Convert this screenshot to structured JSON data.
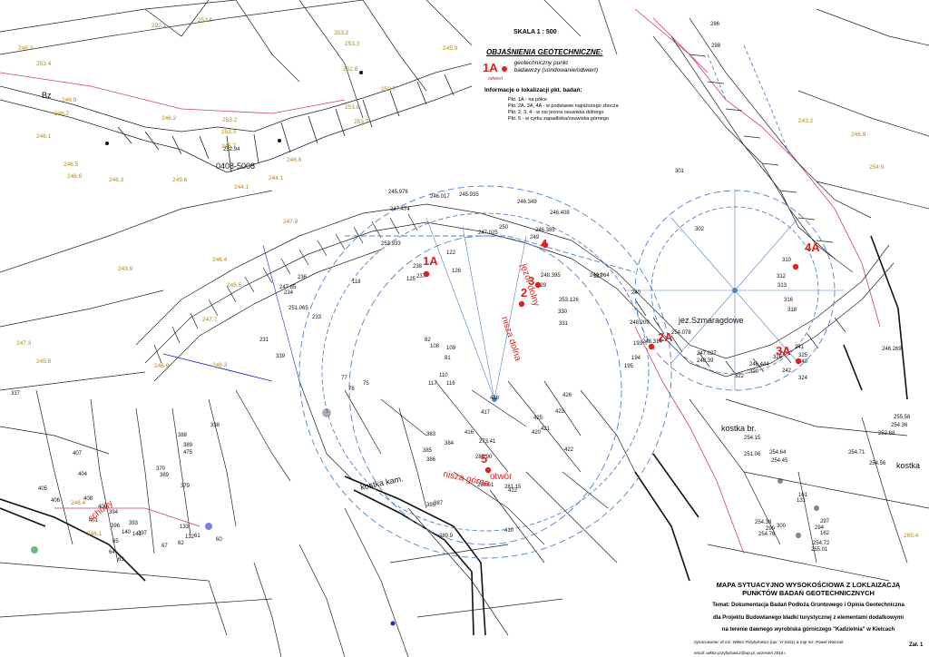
{
  "legend": {
    "scale": "SKALA 1 : 500",
    "heading": "OBJAŚNIENIA GEOTECHNICZNE:",
    "symbol_code": "1A",
    "symbol_sub": "odwiert",
    "symbol_desc_1": "geotechniczny punkt",
    "symbol_desc_2": "badawczy (sondowanie/odwiert)",
    "info_heading": "Informacje o lokalizacji pkt. badań:",
    "info_items": [
      "Pkt. 1A - na półce",
      "Pkt. 2A, 3A, 4A - w podstawie najniższego zbocza",
      "Pkt. 2, 3, 4 - w osi jezora osuwiska dolnego",
      "Pkt. 5 - w cyrku zapadliska/osuwiska górnego"
    ]
  },
  "title_block": {
    "title_1": "MAPA SYTUACYJNO WYSOKOŚCIOWA Z LOKLAIZACJĄ",
    "title_2": "PUNKTÓW BADAŃ GEOTECHNICZNYCH",
    "topic_1": "Temat: Dokumentacja Badań Podłoża Gruntowego i Opinia Geotechniczna",
    "topic_2": "dla Projektu Budowlanego kładki turystycznej z elementami dodatkowymi",
    "topic_3": "na terenie dawnego wyrobiska górniczego \"Kadzielnia\" w Kielcach",
    "author_1": "Opracowanie: dr inż. Wiktor Przybyłowicz (upr. VI-0321) & mgr inż. Paweł Walczak",
    "author_2": "email: wiktor.przybylowicz@wp.pl, wrzesień 2016 r.",
    "sheet": "Zał. 1"
  },
  "map": {
    "place_labels": {
      "lake": "jez.Szmaragdowe",
      "lower_tongue": "jęzor dolny",
      "lower_niche": "nisza dolna",
      "upper_niche": "nisza górna",
      "hole": "otwór",
      "stairs": "schody",
      "curb_1": "kostka kam.",
      "curb_2": "kostka br.",
      "curb_3": "kostka",
      "parcel": "Bz",
      "road_code": "0408-5008"
    },
    "points": [
      {
        "code": "1A"
      },
      {
        "code": "2A"
      },
      {
        "code": "3A"
      },
      {
        "code": "4A"
      },
      {
        "code": "2"
      },
      {
        "code": "3"
      },
      {
        "code": "4"
      },
      {
        "code": "5"
      }
    ],
    "spot_heights_orange": [
      "292.1",
      "253.2",
      "253.9",
      "246.3",
      "253.3",
      "245.9",
      "253.4",
      "252.8",
      "246.9",
      "252.7",
      "246.2",
      "253.8",
      "246.1",
      "253.7",
      "246.2",
      "253.2",
      "245.7",
      "253.3",
      "249.6",
      "246.5",
      "246.3",
      "246.8",
      "244.1",
      "243.9",
      "246.4",
      "246.6",
      "248.5",
      "247.7",
      "247.3",
      "246.9",
      "244.1",
      "247.9",
      "245.8",
      "246.3",
      "246.4",
      "246.1",
      "243.2",
      "246.9",
      "254.9",
      "265.4"
    ],
    "spot_heights_black": [
      "252.94",
      "245.976",
      "246.017",
      "245.935",
      "246.349",
      "246.408",
      "247.474",
      "253.933",
      "247.025",
      "246.385",
      "249.064",
      "248.395",
      "247.85",
      "251.065",
      "253.126",
      "254.078",
      "248.314",
      "248.209",
      "247.027",
      "248.39",
      "246.444",
      "246.269",
      "255.58",
      "254.15",
      "251.06",
      "254.64",
      "254.45",
      "254.71",
      "254.56",
      "254.36",
      "252.68",
      "254.38",
      "254.76",
      "254.72",
      "255.01",
      "280.9",
      "281.15",
      "280.90",
      "273.41",
      "280.61"
    ],
    "misc_numbers": [
      "286",
      "298",
      "250",
      "249",
      "327",
      "329",
      "331",
      "330",
      "410",
      "412",
      "416",
      "417",
      "418",
      "420",
      "421",
      "422",
      "423",
      "425",
      "426",
      "395",
      "396",
      "394",
      "393",
      "397",
      "401",
      "404",
      "405",
      "406",
      "407",
      "408",
      "409",
      "383",
      "384",
      "385",
      "386",
      "387",
      "388",
      "389",
      "475",
      "379",
      "370",
      "369",
      "338",
      "337",
      "339",
      "231",
      "233",
      "234",
      "236",
      "237",
      "238",
      "125",
      "126",
      "122",
      "118",
      "117",
      "116",
      "110",
      "109",
      "108",
      "82",
      "81",
      "77",
      "78",
      "75",
      "67",
      "60",
      "61",
      "62",
      "63",
      "64",
      "65",
      "140",
      "141",
      "133",
      "132",
      "131",
      "161",
      "162",
      "294",
      "297",
      "299",
      "300",
      "301",
      "302",
      "310",
      "312",
      "313",
      "316",
      "318",
      "320",
      "322",
      "324",
      "325",
      "326",
      "248",
      "242",
      "241",
      "240",
      "193",
      "194",
      "195"
    ]
  },
  "colors": {
    "contour": "#4b83c9",
    "contour_dash": "#4b83c9",
    "red": "#e0201c",
    "magenta": "#cc3a7e",
    "heights": "#b8860b",
    "green": "#2aa34a"
  }
}
